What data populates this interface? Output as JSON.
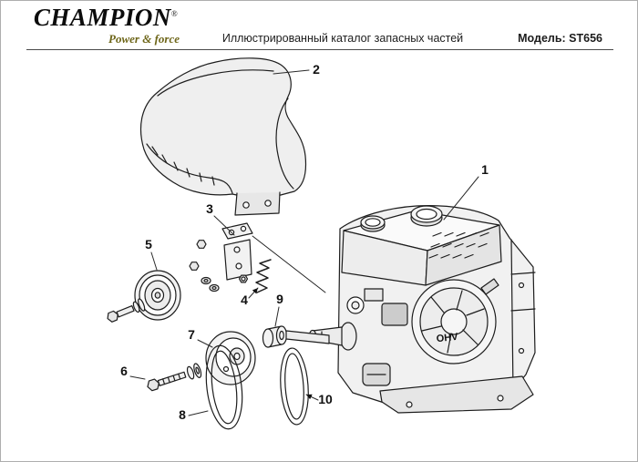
{
  "header": {
    "brand": "CHAMPION",
    "registered_mark": "®",
    "tagline": "Power & force",
    "subtitle": "Иллюстрированный каталог запасных частей",
    "model": "Модель: ST656"
  },
  "diagram": {
    "engine_badge": "OHV",
    "callouts": [
      "1",
      "2",
      "3",
      "4",
      "5",
      "6",
      "7",
      "8",
      "9",
      "10"
    ]
  },
  "colors": {
    "tagline_gold": "#6e6619",
    "line_art": "#1d1d1d"
  }
}
